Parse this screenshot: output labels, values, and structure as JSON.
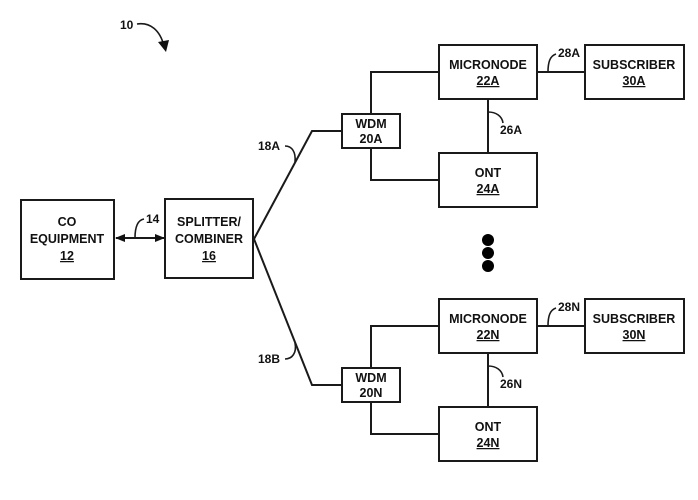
{
  "figure": {
    "reference": "10"
  },
  "blocks": {
    "co_equipment": {
      "lines": [
        "CO",
        "EQUIPMENT"
      ],
      "ref": "12"
    },
    "splitter": {
      "lines": [
        "SPLITTER/",
        "COMBINER"
      ],
      "ref": "16"
    },
    "wdm_a": {
      "lines": [
        "WDM"
      ],
      "ref": "20A"
    },
    "wdm_n": {
      "lines": [
        "WDM"
      ],
      "ref": "20N"
    },
    "micronode_a": {
      "lines": [
        "MICRONODE"
      ],
      "ref": "22A"
    },
    "micronode_n": {
      "lines": [
        "MICRONODE"
      ],
      "ref": "22N"
    },
    "ont_a": {
      "lines": [
        "ONT"
      ],
      "ref": "24A"
    },
    "ont_n": {
      "lines": [
        "ONT"
      ],
      "ref": "24N"
    },
    "subscriber_a": {
      "lines": [
        "SUBSCRIBER"
      ],
      "ref": "30A"
    },
    "subscriber_n": {
      "lines": [
        "SUBSCRIBER"
      ],
      "ref": "30N"
    }
  },
  "links": {
    "co_to_splitter": "14",
    "splitter_to_wdm_a": "18A",
    "splitter_to_wdm_n": "18B",
    "micronode_to_ont_a": "26A",
    "micronode_to_ont_n": "26N",
    "micronode_to_subscriber_a": "28A",
    "micronode_to_subscriber_n": "28N"
  },
  "ellipsis": "more branches (vertical dots)"
}
